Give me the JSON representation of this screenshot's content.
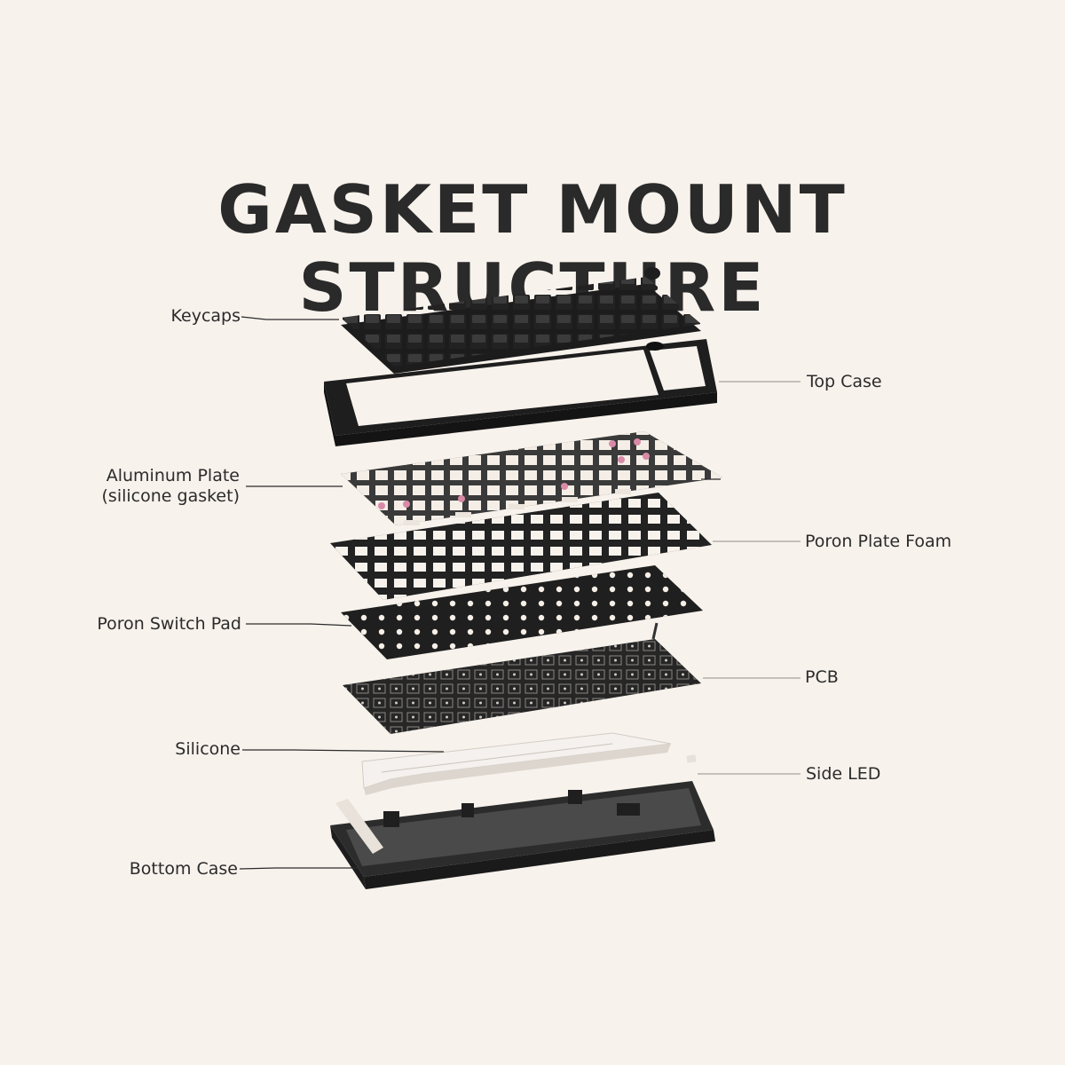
{
  "title": "GASKET MOUNT STRUCTURE",
  "labels": {
    "keycaps": "Keycaps",
    "top_case": "Top Case",
    "aluminum_plate_line1": "Aluminum Plate",
    "aluminum_plate_line2": "(silicone gasket)",
    "poron_plate_foam": "Poron Plate Foam",
    "poron_switch_pad": "Poron Switch Pad",
    "pcb": "PCB",
    "silicone": "Silicone",
    "side_led": "Side LED",
    "bottom_case": "Bottom Case"
  },
  "colors": {
    "background": "#f8f2ec",
    "title": "#2a2a2a",
    "layer_dark": "#2b2b2b",
    "layer_light": "#f3ede6",
    "gasket_accent": "#d98aa6"
  }
}
